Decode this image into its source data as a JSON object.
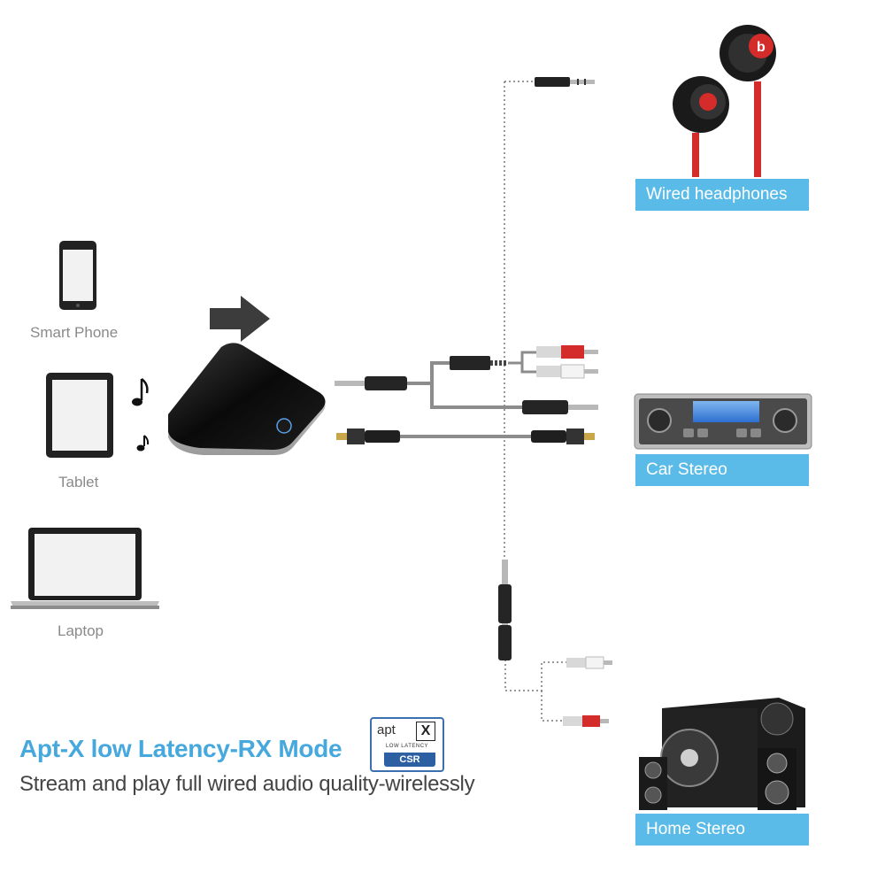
{
  "sources": {
    "phone_label": "Smart Phone",
    "tablet_label": "Tablet",
    "laptop_label": "Laptop"
  },
  "destinations": {
    "headphones_label": "Wired headphones",
    "car_label": "Car Stereo",
    "home_label": "Home Stereo"
  },
  "headline": {
    "title": "Apt-X low Latency-RX Mode",
    "subtitle": "Stream and play full wired audio quality-wirelessly"
  },
  "aptx_badge": {
    "brand": "apt",
    "mark": "X",
    "latency": "LOW LATENCY",
    "maker": "CSR"
  },
  "colors": {
    "tag_blue": "#5bbbe8",
    "headline_blue": "#46a8dd",
    "headphone_red": "#d42b2b"
  },
  "icons": [
    "smartphone-icon",
    "tablet-icon",
    "laptop-icon",
    "music-note-icon",
    "arrow-right-icon"
  ]
}
